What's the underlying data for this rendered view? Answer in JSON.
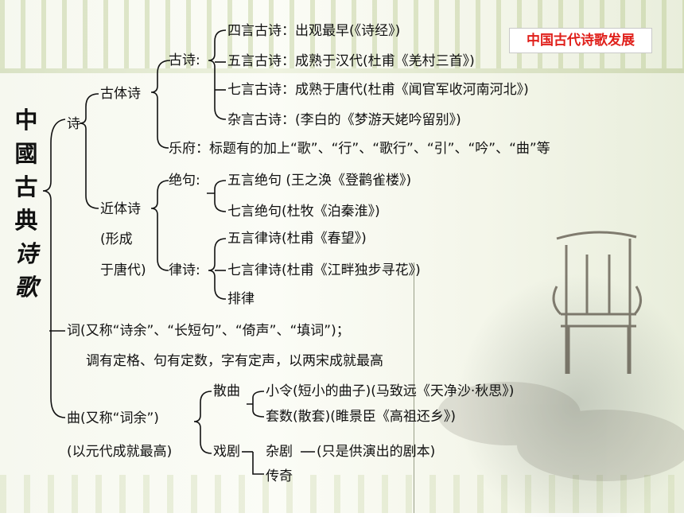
{
  "header_label": "中国古代诗歌发展",
  "side_title": [
    "中",
    "國",
    "古",
    "典",
    "诗",
    "歌"
  ],
  "nodes": {
    "shi": "诗",
    "gutishi": "古体诗",
    "gushi": "古诗:",
    "siyan": "四言古诗：出观最早(《诗经》)",
    "wuyan": "五言古诗：成熟于汉代(杜甫《羌村三首》)",
    "qiyan": "七言古诗：成熟于唐代(杜甫《闻官军收河南河北》)",
    "zayan": "杂言古诗：(李白的《梦游天姥吟留别》)",
    "yuefu": "乐府：标题有的加上“歌”、“行”、“歌行”、“引”、“吟”、“曲”等",
    "jintishi": "近体诗",
    "xingcheng": "(形成",
    "yutangdai": "于唐代)",
    "jueju": "绝句:",
    "wujue": "五言绝句 (王之涣《登鹳雀楼》)",
    "qijue": "七言绝句(杜牧《泊秦淮》)",
    "lvshi": "律诗:",
    "wulv": "五言律诗(杜甫《春望》)",
    "qilv": "七言律诗(杜甫《江畔独步寻花》)",
    "pailv": "排律",
    "ci": "词(又称“诗余”、“长短句”、“倚声”、“填词”)；",
    "ci_desc": "调有定格、句有定数，字有定声，以两宋成就最高",
    "qu": "曲(又称“词余”)",
    "qu_note": "(以元代成就最高)",
    "sanqu": "散曲",
    "xiaoling": "小令(短小的曲子)(马致远《天净沙·秋思》)",
    "taoshu": "套数(散套)(睢景臣《高祖还乡》)",
    "xiju": "戏剧",
    "zaju": "杂剧",
    "zaju_note": "(只是供演出的剧本)",
    "chuanqi": "传奇"
  },
  "colors": {
    "header_text": "#e0201b",
    "text": "#111111",
    "lines": "#111111"
  }
}
